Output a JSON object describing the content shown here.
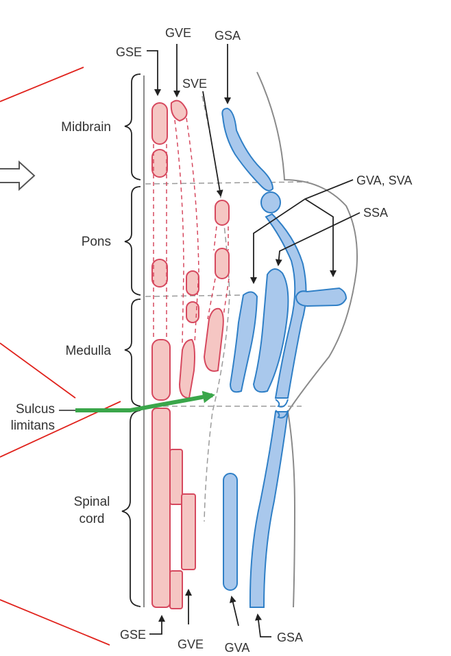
{
  "colors": {
    "motor_fill": "#f5c6c3",
    "motor_stroke": "#d6485e",
    "sensory_fill": "#a9c8ec",
    "sensory_stroke": "#2f7fc6",
    "outline": "#8a8a8a",
    "arrow": "#222222",
    "annotation_red": "#e0221c",
    "annotation_green": "#3aa64a"
  },
  "regions": {
    "midbrain": "Midbrain",
    "pons": "Pons",
    "medulla": "Medulla",
    "spinal_cord_line1": "Spinal",
    "spinal_cord_line2": "cord"
  },
  "sulcus": {
    "line1": "Sulcus",
    "line2": "limitans"
  },
  "top_labels": {
    "gse": "GSE",
    "gve": "GVE",
    "gsa": "GSA",
    "sve": "SVE"
  },
  "right_labels": {
    "gva_sva": "GVA, SVA",
    "ssa": "SSA"
  },
  "bottom_labels": {
    "gse": "GSE",
    "gve": "GVE",
    "gva": "GVA",
    "gsa": "GSA"
  },
  "icons": {
    "left_arrow": "hollow-right-arrow-icon"
  }
}
